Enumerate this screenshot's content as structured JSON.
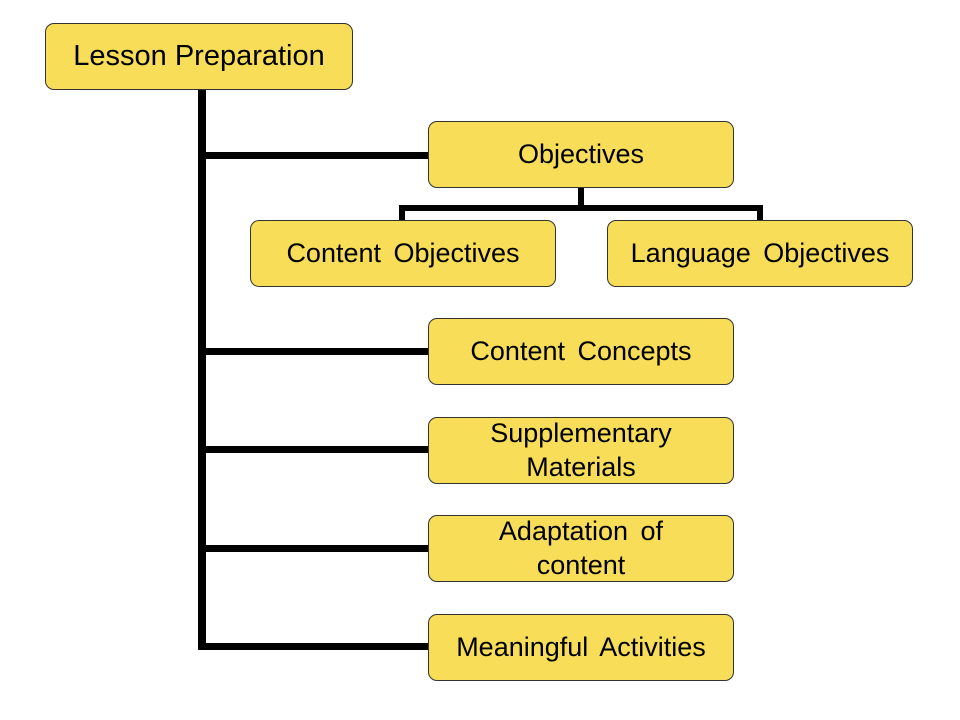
{
  "diagram": {
    "root": {
      "label": "Lesson Preparation"
    },
    "objectives": {
      "label": "Objectives",
      "children": [
        {
          "label": "Content Objectives"
        },
        {
          "label": "Language Objectives"
        }
      ]
    },
    "branches": [
      {
        "label": "Content Concepts"
      },
      {
        "label": "Supplementary\nMaterials"
      },
      {
        "label": "Adaptation of\ncontent"
      },
      {
        "label": "Meaningful Activities"
      }
    ]
  },
  "colors": {
    "node_fill": "#f8dd59",
    "connector": "#000000",
    "background": "#ffffff"
  }
}
